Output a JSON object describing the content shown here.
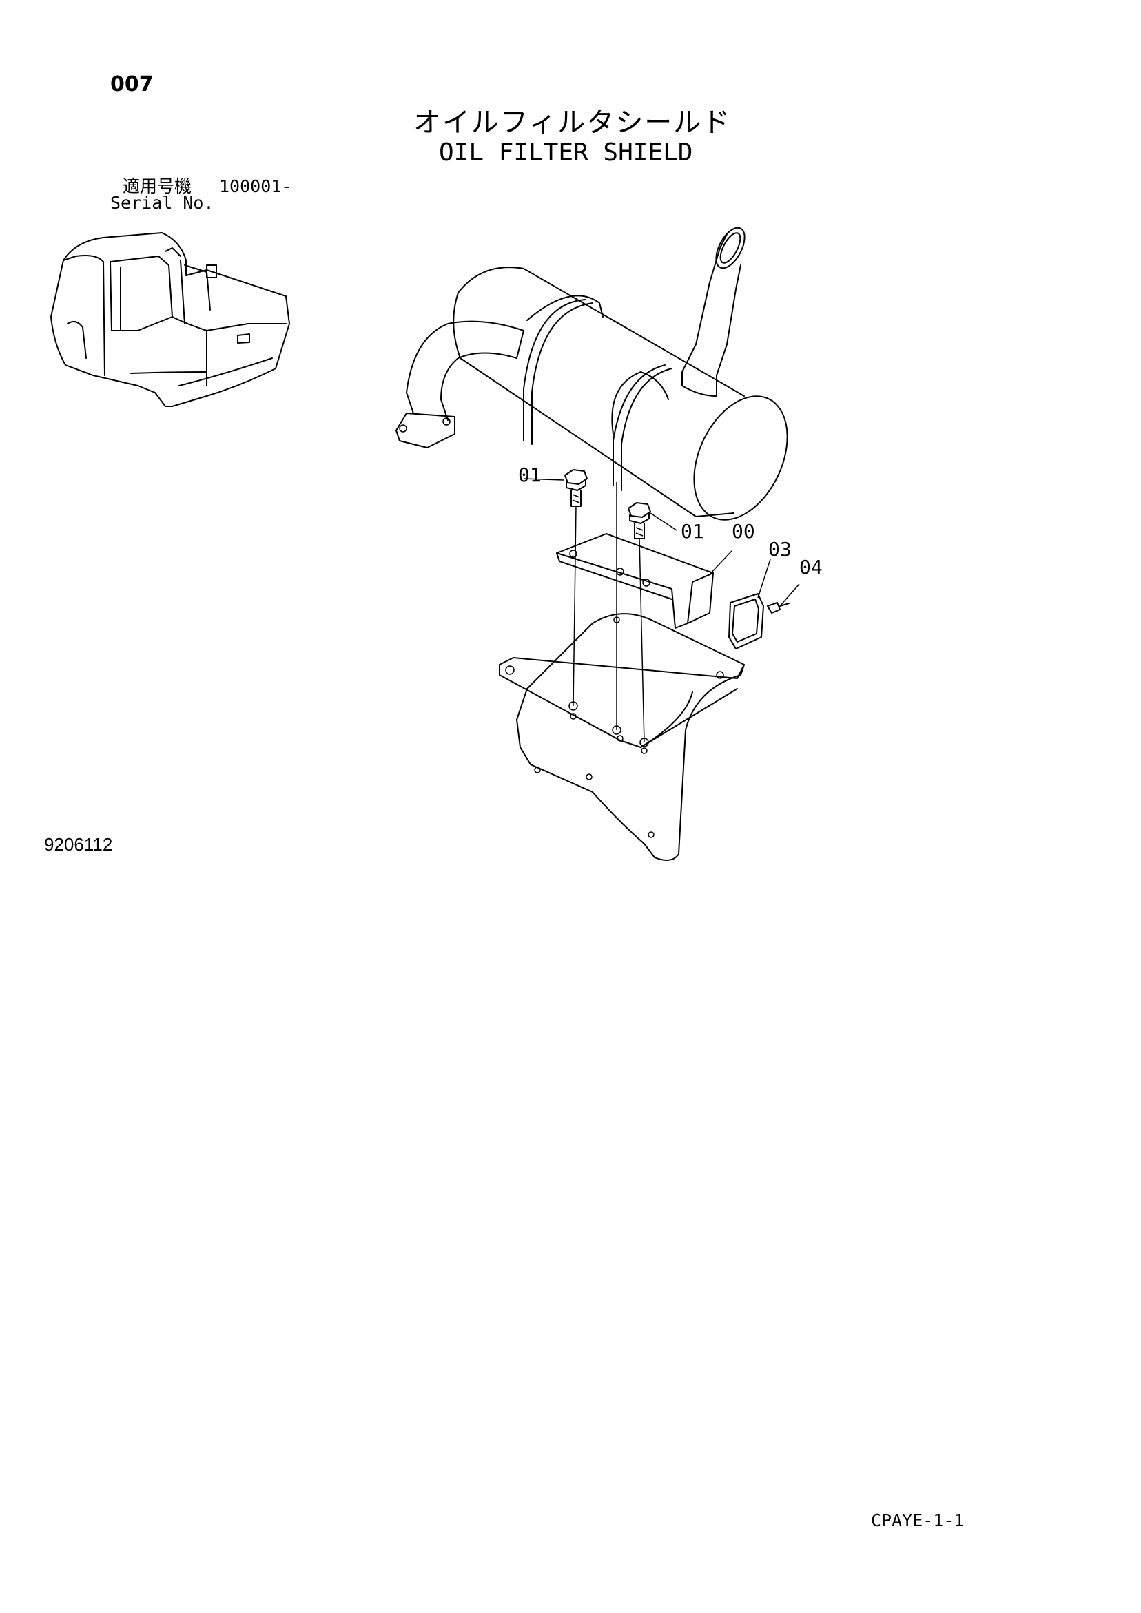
{
  "header": {
    "page_number": "007",
    "title_jp": "オイルフィルタシールド",
    "title_en": "OIL FILTER SHIELD"
  },
  "serial": {
    "label_jp": "適用号機",
    "range": "100001-",
    "label_en": "Serial No."
  },
  "callouts": {
    "bolt_left": "01",
    "bolt_right": "01",
    "shield": "00",
    "gasket": "03",
    "screw": "04"
  },
  "footer": {
    "drawing_number": "9206112",
    "page_code": "CPAYE-1-1"
  },
  "icons": {
    "machine": "excavator-icon"
  }
}
